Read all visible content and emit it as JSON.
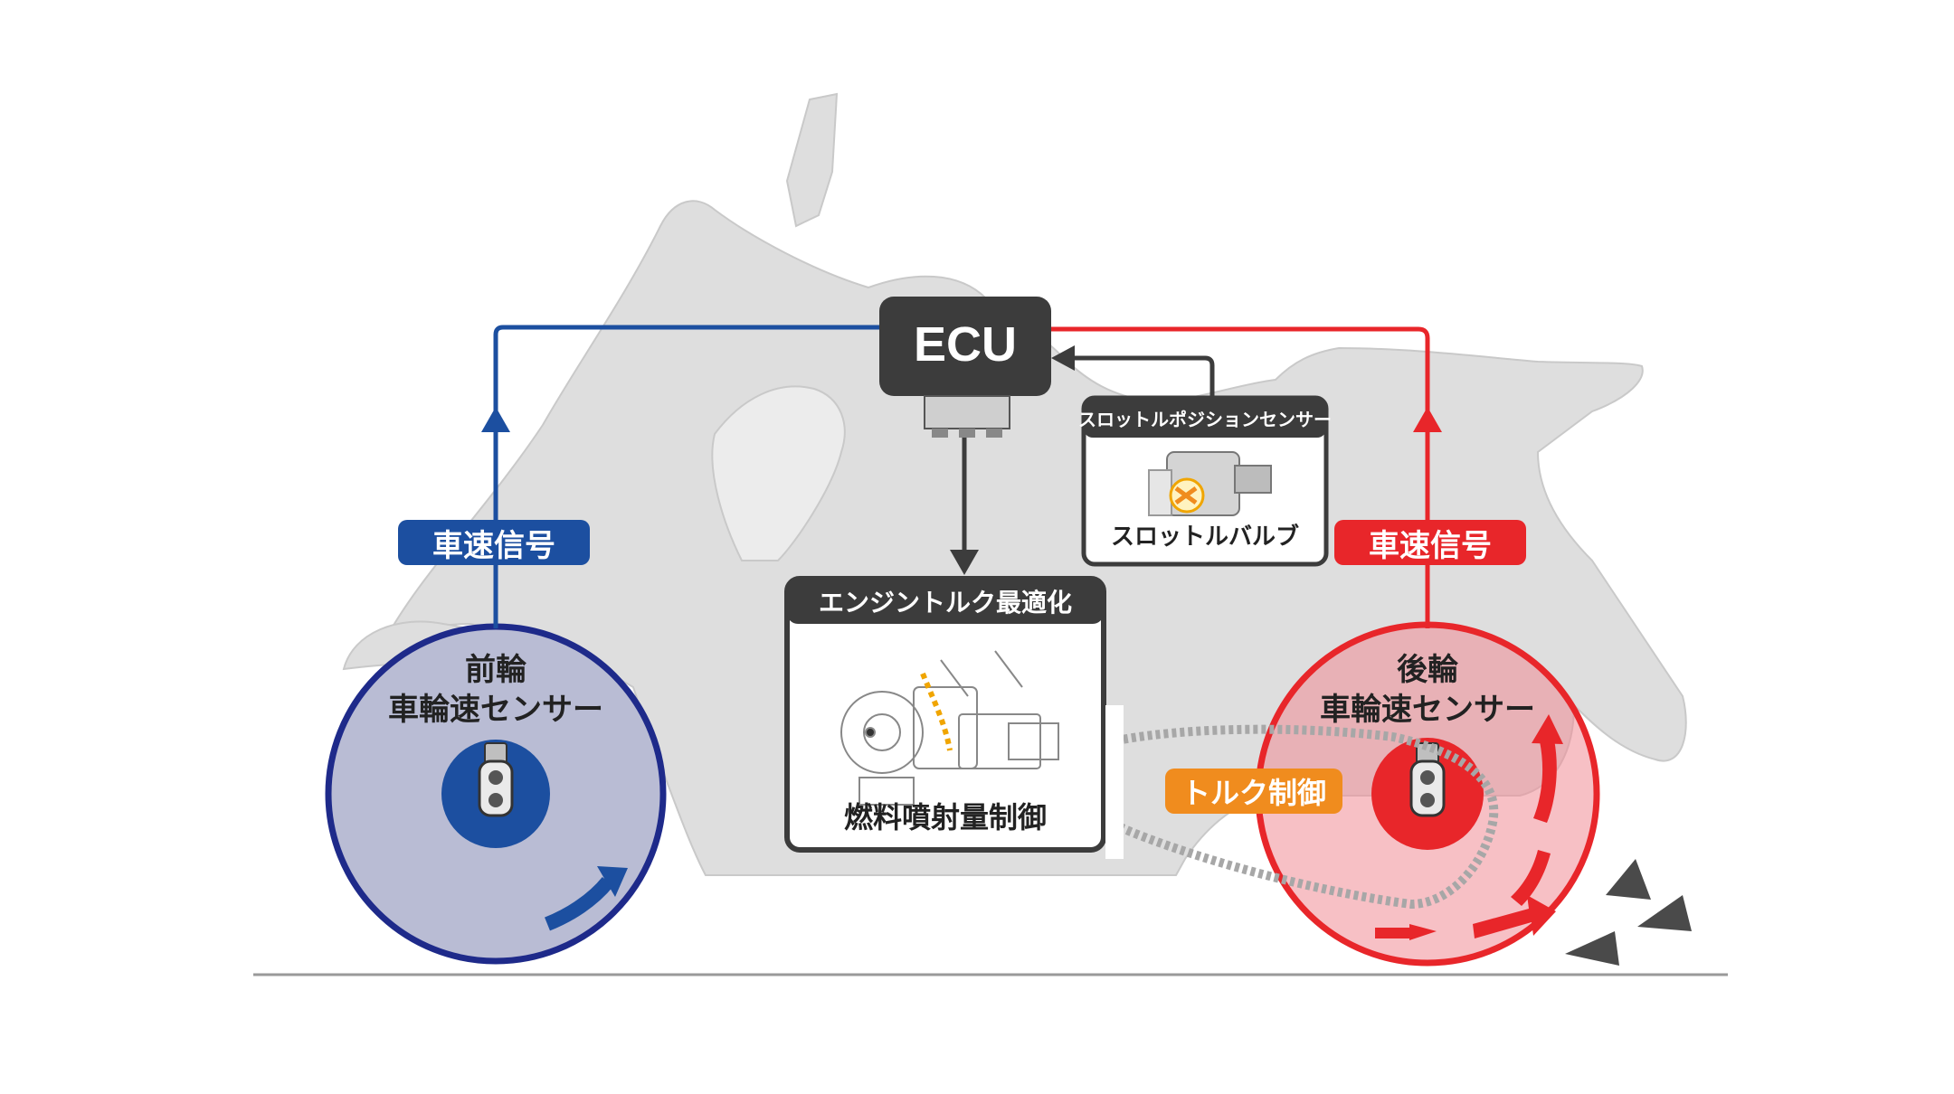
{
  "ecu": {
    "label": "ECU"
  },
  "front": {
    "line1": "前輪",
    "line2": "車輪速センサー",
    "signal": "車速信号"
  },
  "rear": {
    "line1": "後輪",
    "line2": "車輪速センサー",
    "signal": "車速信号"
  },
  "throttle_sensor": {
    "title": "スロットルポジションセンサー",
    "caption": "スロットルバルブ"
  },
  "engine_box": {
    "title": "エンジントルク最適化",
    "caption": "燃料噴射量制御"
  },
  "torque_control": {
    "label": "トルク制御"
  },
  "colors": {
    "front_blue": "#1c4fa0",
    "front_wheel_rim": "#1e2a8a",
    "rear_red": "#e8262a",
    "dark_box": "#3c3c3c",
    "orange": "#f08c1e",
    "silhouette": "#dedede"
  }
}
